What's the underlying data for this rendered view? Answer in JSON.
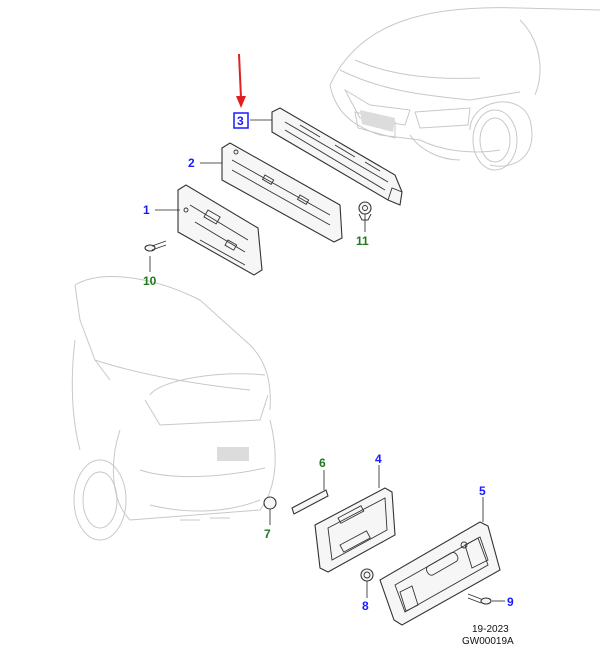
{
  "callouts": {
    "c1": "1",
    "c2": "2",
    "c3": "3",
    "c4": "4",
    "c5": "5",
    "c6": "6",
    "c7": "7",
    "c8": "8",
    "c9": "9",
    "c10": "10",
    "c11": "11"
  },
  "footer": {
    "date": "19-2023",
    "code": "GW00019A"
  },
  "colors": {
    "blue_callout": "#1a1aff",
    "green_callout": "#1f7a1f",
    "arrow": "#e02020",
    "highlight_box": "#1a1aff"
  }
}
